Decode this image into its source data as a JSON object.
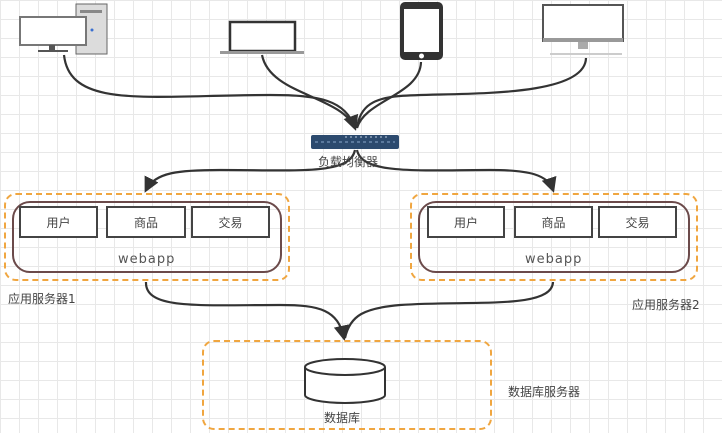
{
  "clients": [
    {
      "name": "desktop-tower"
    },
    {
      "name": "laptop"
    },
    {
      "name": "smartphone"
    },
    {
      "name": "monitor"
    }
  ],
  "load_balancer": {
    "label": "负载均衡器"
  },
  "app_servers": [
    {
      "label": "应用服务器1",
      "webapp_label": "webapp",
      "modules": [
        "用户",
        "商品",
        "交易"
      ]
    },
    {
      "label": "应用服务器2",
      "webapp_label": "webapp",
      "modules": [
        "用户",
        "商品",
        "交易"
      ]
    }
  ],
  "database": {
    "label": "数据库",
    "server_label": "数据库服务器"
  },
  "colors": {
    "server_border": "#f0a640",
    "webapp_border": "#6b4a4a",
    "arrow": "#333333",
    "switch": "#2c4a6e"
  }
}
